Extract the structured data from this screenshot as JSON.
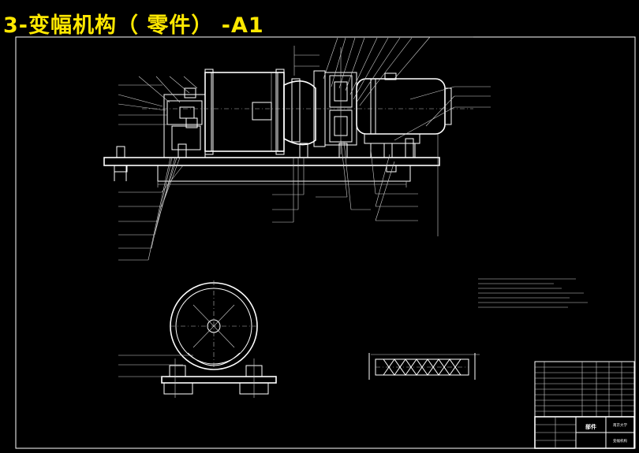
{
  "title": "3-变幅机构（ 零件） -A1",
  "title_block": {
    "name": "部件",
    "school": "南京大学",
    "drawing": "变幅机构"
  },
  "colors": {
    "background": "#000000",
    "lines": "#ffffff",
    "title": "#ffe800"
  }
}
